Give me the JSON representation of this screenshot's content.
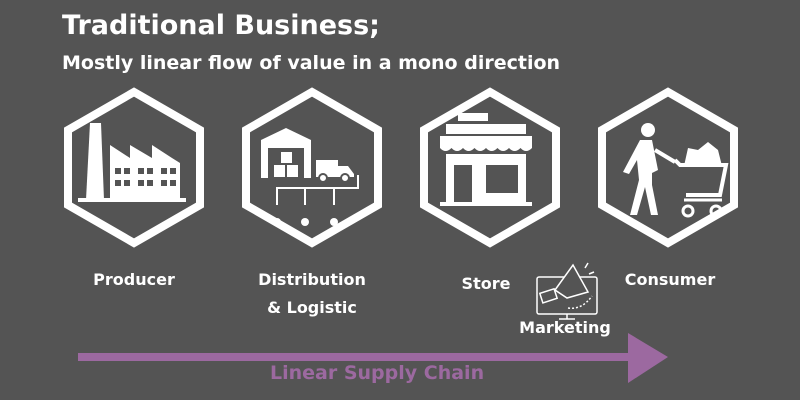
{
  "title": "Traditional Business;",
  "subtitle": "Mostly linear flow of value in a mono direction",
  "stages": [
    {
      "label": "Producer",
      "icon": "factory-icon"
    },
    {
      "label": "Distribution",
      "label2": "& Logistic",
      "icon": "warehouse-truck-icon"
    },
    {
      "label": "Store",
      "icon": "store-icon"
    },
    {
      "label": "Consumer",
      "icon": "shopper-cart-icon"
    }
  ],
  "marketing": {
    "label": "Marketing",
    "icon": "megaphone-monitor-icon"
  },
  "arrow": {
    "label": "Linear Supply Chain",
    "color": "#9c69a0"
  },
  "colors": {
    "background": "#545454",
    "foreground": "#ffffff"
  }
}
